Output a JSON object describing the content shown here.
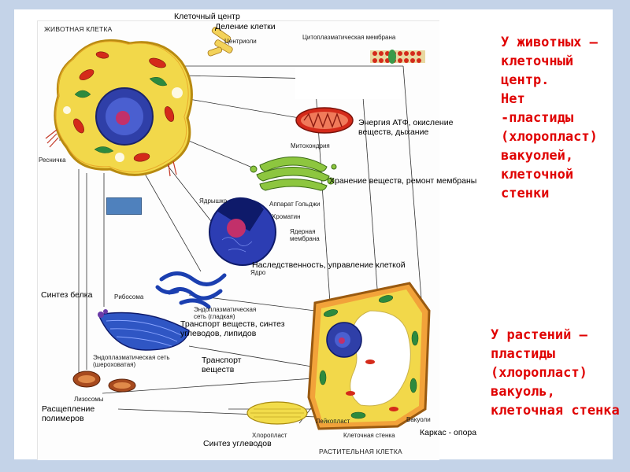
{
  "labels": {
    "cell_center": "Клеточный центр",
    "cell_division": "Деление клетки",
    "animal_cell": "ЖИВОТНАЯ КЛЕТКА",
    "centrioles": "Центриоли",
    "cyto_membrane": "Цитоплазматическая мембрана",
    "atp": "Энергия АТФ, окисление веществ, дыхание",
    "mitochondria": "Митохондрия",
    "cilia": "Ресничка",
    "storage": "Хранение веществ, ремонт мембраны",
    "golgi": "Аппарат Гольджи",
    "nucleolus": "Ядрышко",
    "chromatin": "Хроматин",
    "nuclear_membrane": "Ядерная мембрана",
    "heredity": "Наследственность, управление клеткой",
    "nucleus": "Ядро",
    "protein_synthesis": "Синтез белка",
    "ribosome": "Рибосома",
    "smooth_er": "Эндоплазматическая сеть (гладкая)",
    "transport_synthesis": "Транспорт веществ, синтез углеводов, липидов",
    "rough_er": "Эндоплазматическая сеть (шероховатая)",
    "transport": "Транспорт веществ",
    "lysosomes": "Лизосомы",
    "polymer_breakdown": "Расщепление полимеров",
    "leucoplast": "Лейкопласт",
    "vacuoles": "Вакуоли",
    "chloroplast": "Хлоропласт",
    "cell_wall": "Клеточная стенка",
    "support": "Каркас - опора",
    "carb_synthesis": "Синтез углеводов",
    "plant_cell": "РАСТИТЕЛЬНАЯ КЛЕТКА"
  },
  "callouts": {
    "animals": "У животных –\nклеточный\nцентр.\nНет\n-пластиды\n(хлоропласт)\nвакуолей,\nклеточной\nстенки",
    "plants": "У растений –\nпластиды\n(хлоропласт)\nвакуоль,\nклеточная стенка"
  },
  "colors": {
    "callout_text": "#e00000",
    "slide_bg": "#c4d3e8",
    "cytoplasm": "#f2d84a",
    "nucleus": "#2f3fa8",
    "mitochondria": "#d42a1a",
    "golgi": "#8dc63f",
    "placeholder_box": "#4f81bd"
  }
}
